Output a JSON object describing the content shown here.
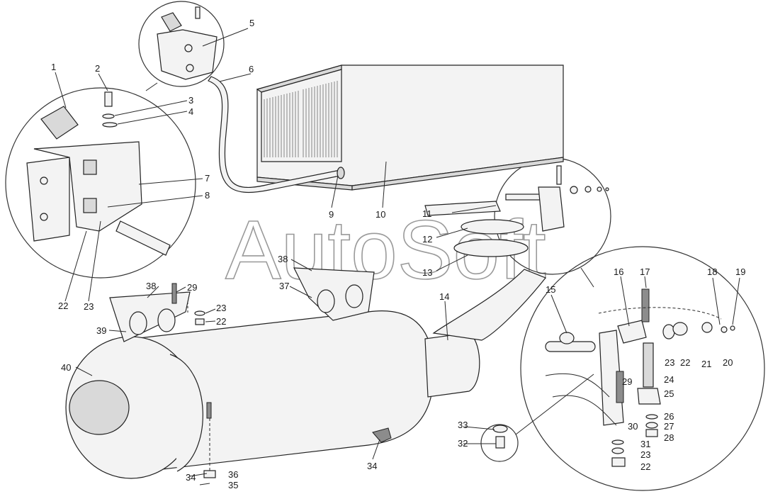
{
  "watermark": "AutoSoft",
  "callouts": [
    {
      "text": "1"
    },
    {
      "text": "2"
    },
    {
      "text": "3"
    },
    {
      "text": "4"
    },
    {
      "text": "5"
    },
    {
      "text": "6"
    },
    {
      "text": "7"
    },
    {
      "text": "8"
    },
    {
      "text": "9"
    },
    {
      "text": "10"
    },
    {
      "text": "11"
    },
    {
      "text": "12"
    },
    {
      "text": "13"
    },
    {
      "text": "14"
    },
    {
      "text": "15"
    },
    {
      "text": "16"
    },
    {
      "text": "17"
    },
    {
      "text": "18"
    },
    {
      "text": "19"
    },
    {
      "text": "20"
    },
    {
      "text": "21"
    },
    {
      "text": "22"
    },
    {
      "text": "23"
    },
    {
      "text": "22"
    },
    {
      "text": "23"
    },
    {
      "text": "23"
    },
    {
      "text": "22"
    },
    {
      "text": "24"
    },
    {
      "text": "25"
    },
    {
      "text": "26"
    },
    {
      "text": "27"
    },
    {
      "text": "28"
    },
    {
      "text": "29"
    },
    {
      "text": "29"
    },
    {
      "text": "30"
    },
    {
      "text": "31"
    },
    {
      "text": "23"
    },
    {
      "text": "22"
    },
    {
      "text": "32"
    },
    {
      "text": "33"
    },
    {
      "text": "34"
    },
    {
      "text": "34"
    },
    {
      "text": "35"
    },
    {
      "text": "36"
    },
    {
      "text": "37"
    },
    {
      "text": "38"
    },
    {
      "text": "38"
    },
    {
      "text": "39"
    },
    {
      "text": "40"
    }
  ]
}
